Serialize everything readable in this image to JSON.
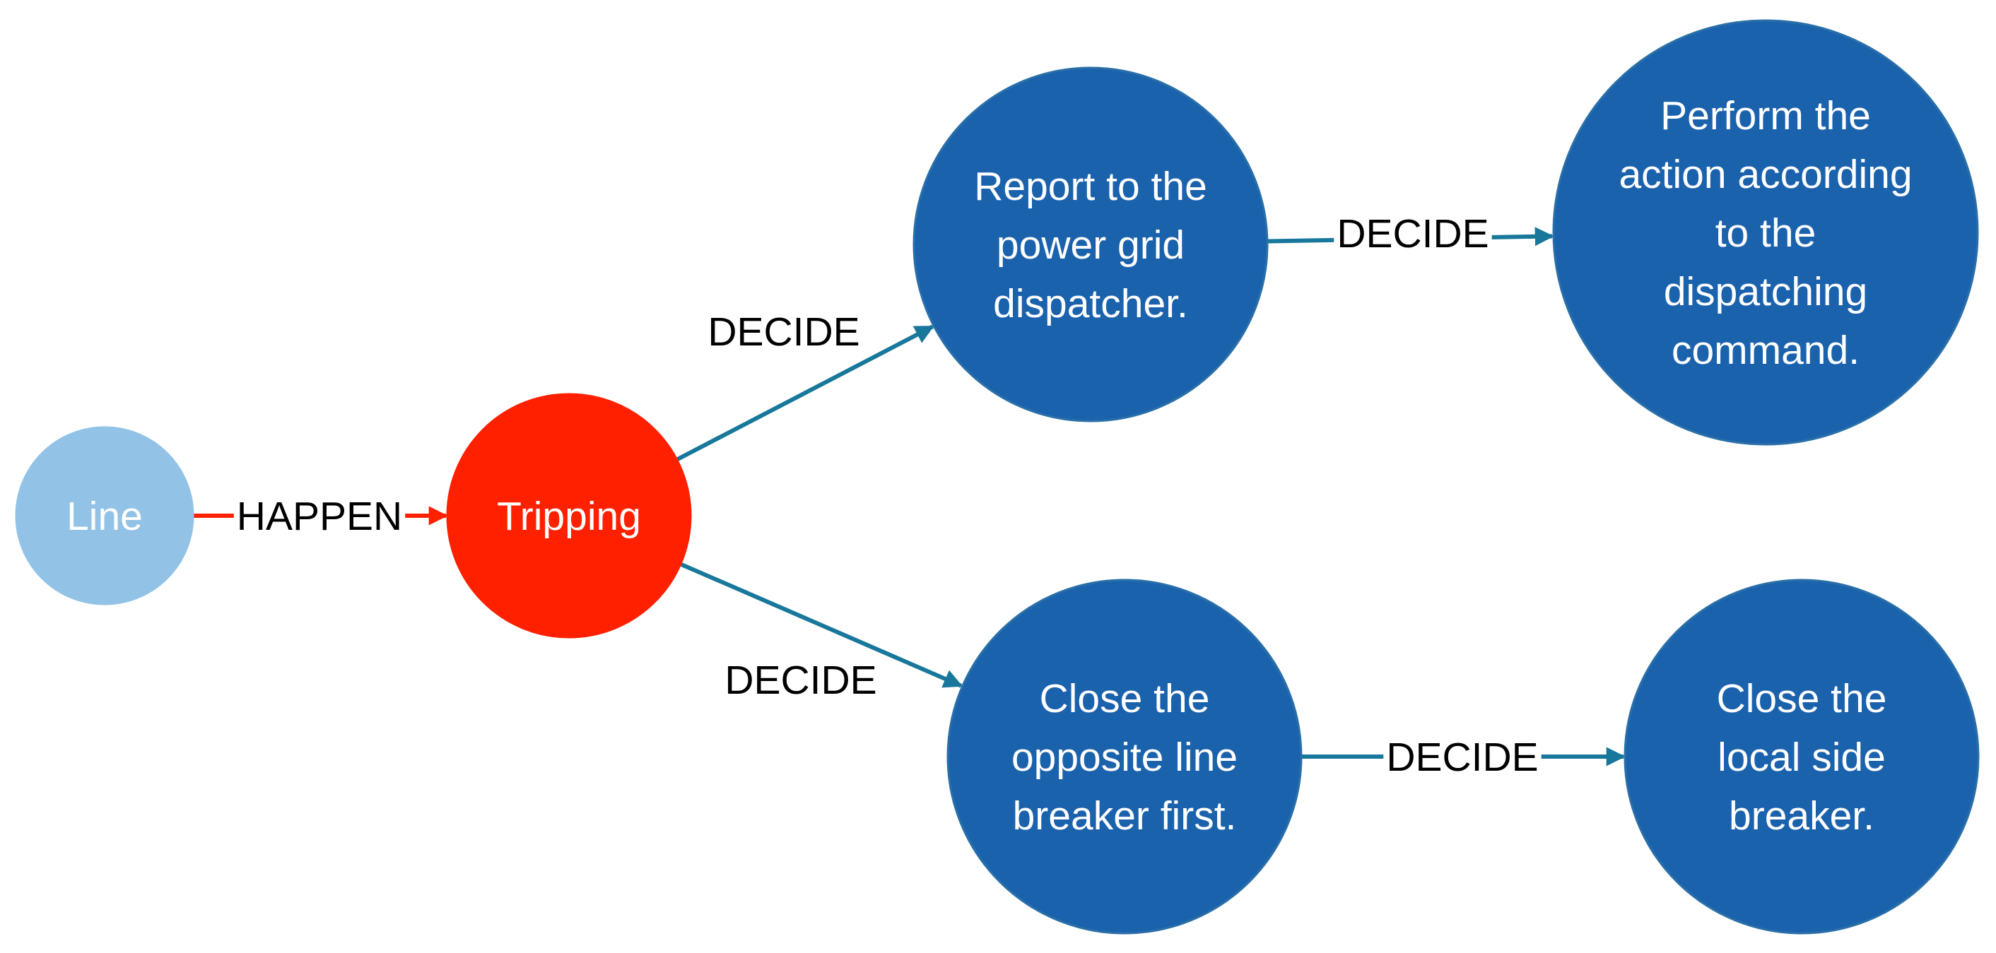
{
  "colors": {
    "node_light": "#92c3e6",
    "node_red": "#ff2000",
    "node_blue": "#1b62ad",
    "node_blue_stroke": "#2a6fa8",
    "edge_teal": "#18789b",
    "edge_red": "#ff2000"
  },
  "nodes": [
    {
      "id": "line",
      "lines": [
        "Line"
      ],
      "color": "node_light"
    },
    {
      "id": "tripping",
      "lines": [
        "Tripping"
      ],
      "color": "node_red"
    },
    {
      "id": "report",
      "lines": [
        "Report to the",
        "power grid",
        "dispatcher."
      ],
      "color": "node_blue"
    },
    {
      "id": "perform",
      "lines": [
        "Perform the",
        "action according",
        "to the",
        "dispatching",
        "command."
      ],
      "color": "node_blue"
    },
    {
      "id": "close-opposite",
      "lines": [
        "Close the",
        "opposite  line",
        "breaker first."
      ],
      "color": "node_blue"
    },
    {
      "id": "close-local",
      "lines": [
        "Close the",
        "local side",
        "breaker."
      ],
      "color": "node_blue"
    }
  ],
  "edges": [
    {
      "from": "line",
      "to": "tripping",
      "label": "HAPPEN",
      "color": "edge_red"
    },
    {
      "from": "tripping",
      "to": "report",
      "label": "DECIDE",
      "color": "edge_teal"
    },
    {
      "from": "report",
      "to": "perform",
      "label": "DECIDE",
      "color": "edge_teal"
    },
    {
      "from": "tripping",
      "to": "close-opposite",
      "label": "DECIDE",
      "color": "edge_teal"
    },
    {
      "from": "close-opposite",
      "to": "close-local",
      "label": "DECIDE",
      "color": "edge_teal"
    }
  ]
}
